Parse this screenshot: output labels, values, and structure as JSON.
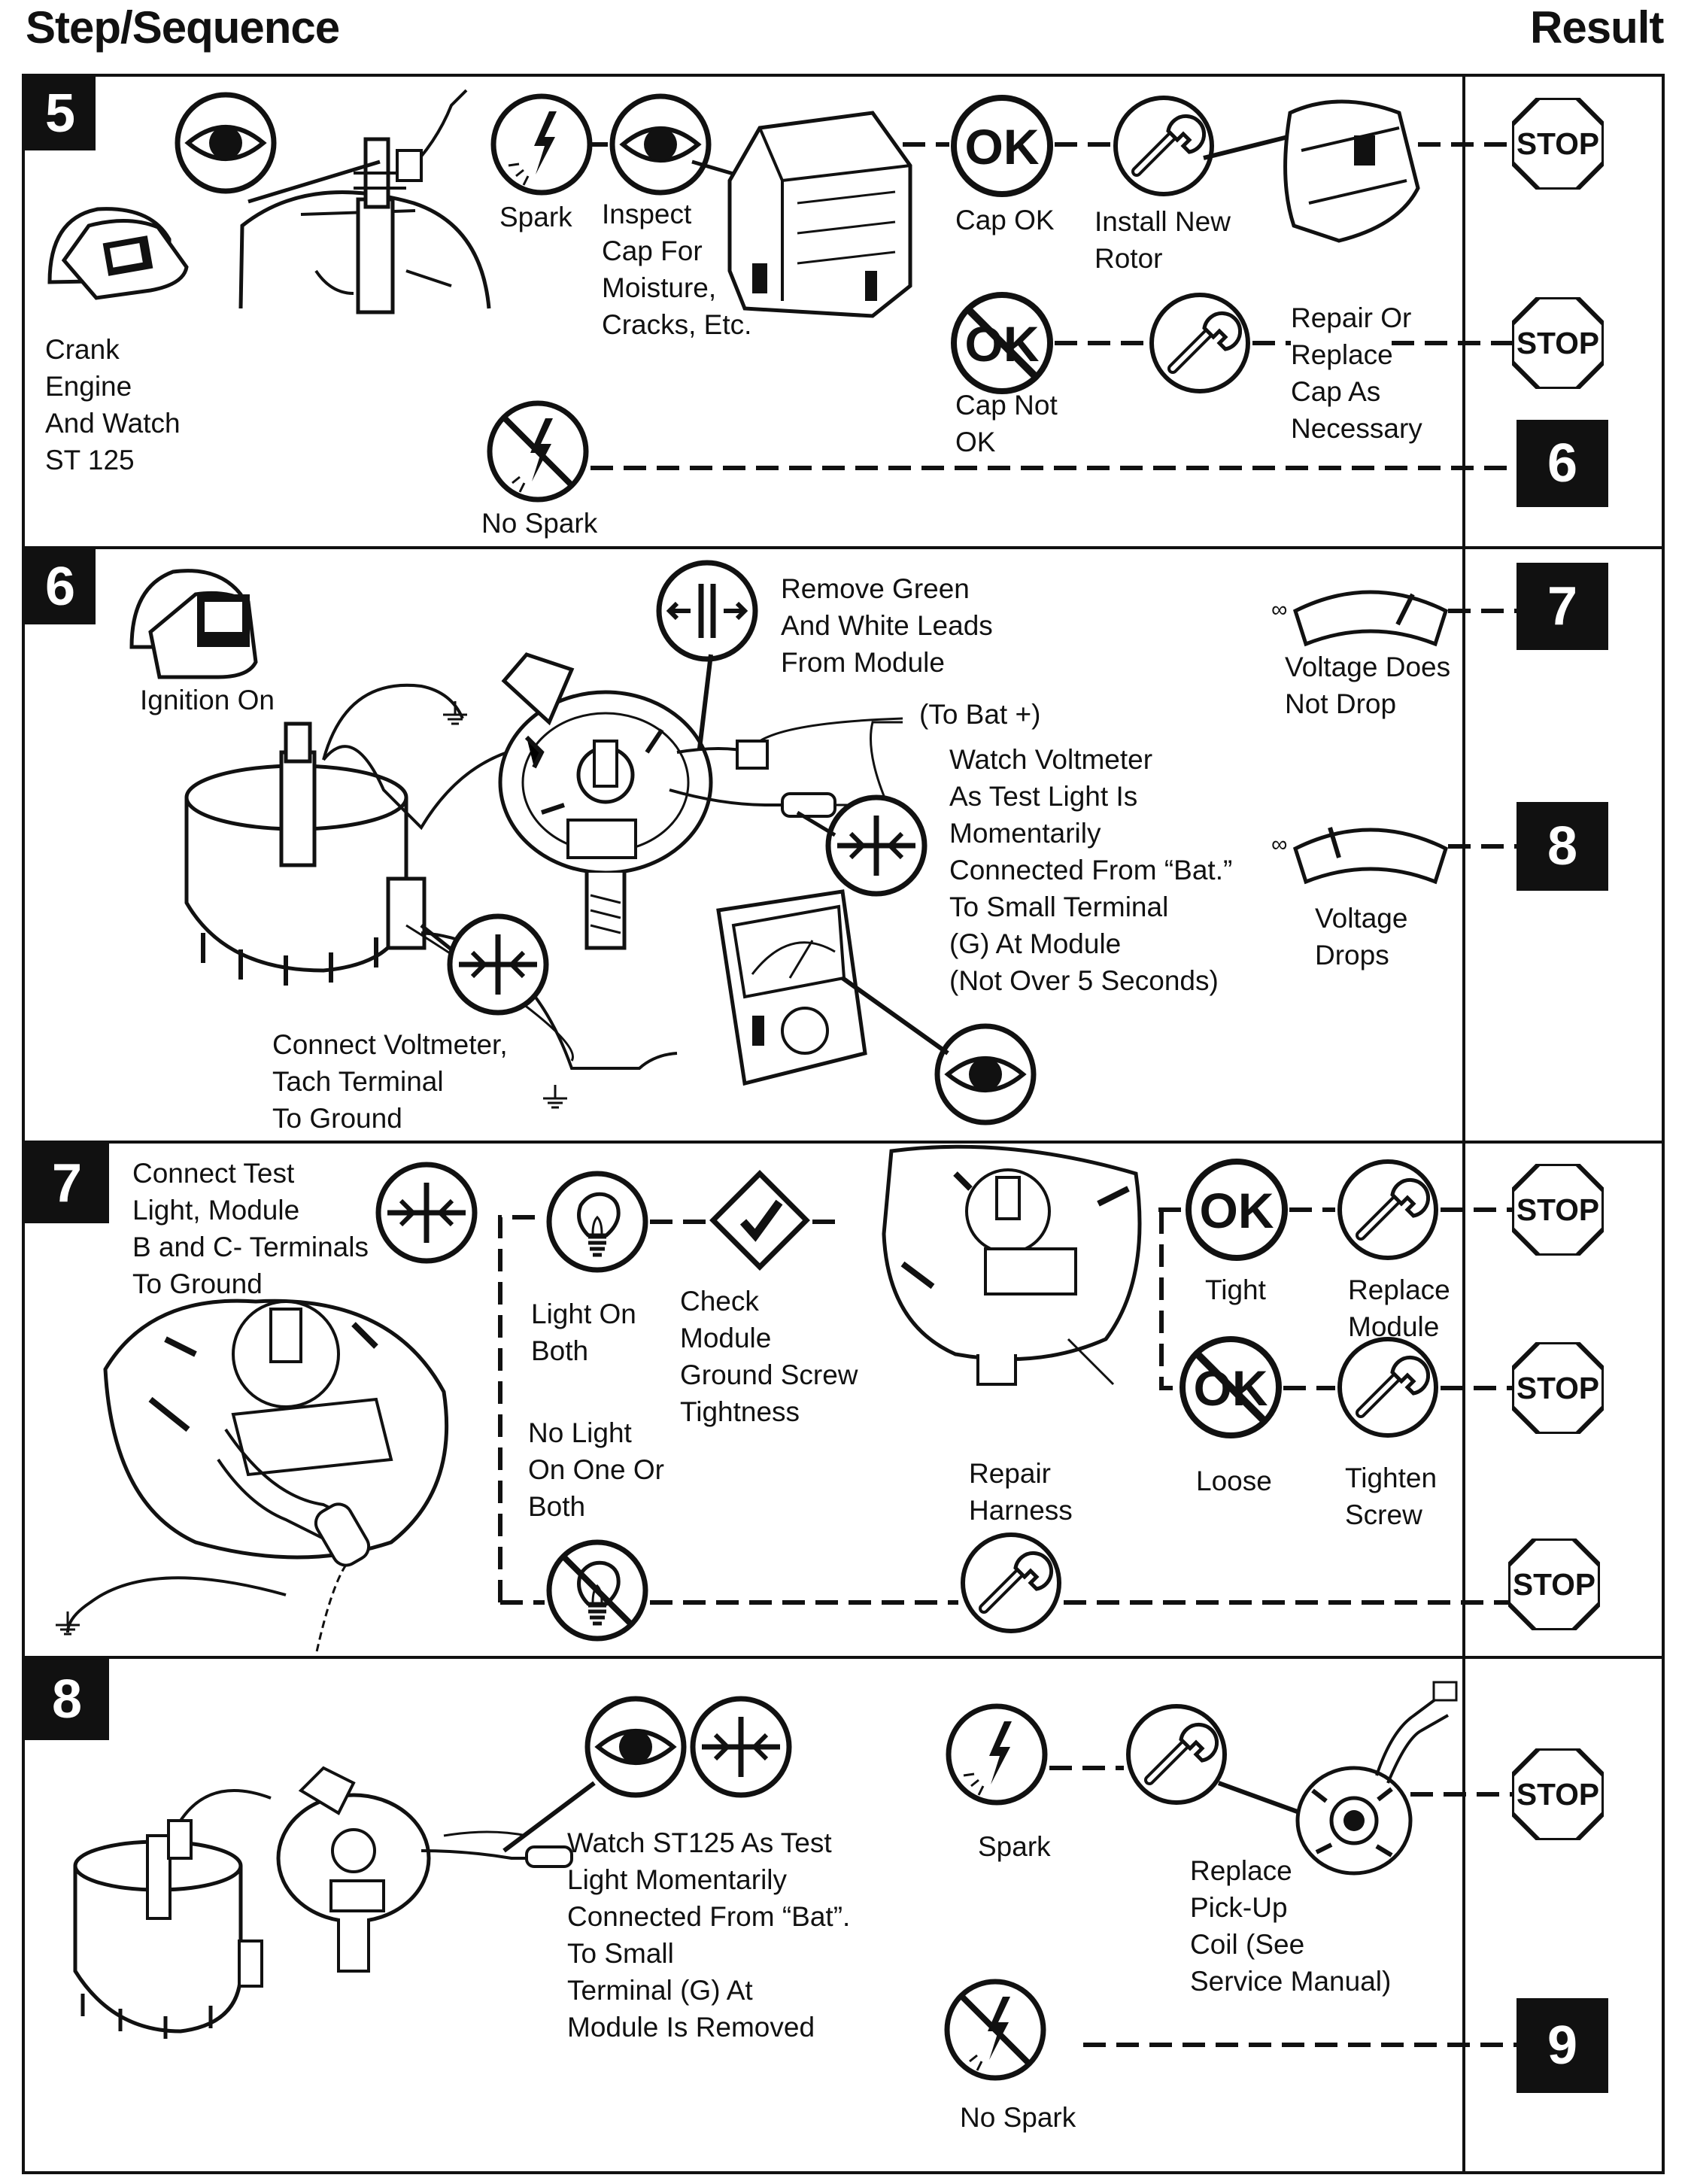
{
  "header": {
    "left": "Step/Sequence",
    "right": "Result"
  },
  "icons": {
    "ok": "OK",
    "stop": "STOP"
  },
  "steps": [
    {
      "number": "5",
      "labels": {
        "crank": "Crank\nEngine\nAnd Watch\nST 125",
        "spark": "Spark",
        "inspect": "Inspect\nCap For\nMoisture,\nCracks, Etc.",
        "cap_ok": "Cap OK",
        "install_rotor": "Install New\nRotor",
        "cap_not_ok": "Cap Not\nOK",
        "repair_cap": "Repair Or\nReplace\nCap As\nNecessary",
        "no_spark": "No Spark"
      },
      "results": [
        "STOP",
        "STOP",
        "6"
      ]
    },
    {
      "number": "6",
      "labels": {
        "ignition_on": "Ignition On",
        "remove_leads": "Remove Green\nAnd White Leads\nFrom Module",
        "to_bat": "(To Bat +)",
        "watch_voltmeter": "Watch Voltmeter\nAs Test Light Is\nMomentarily\nConnected From “Bat.”\nTo Small Terminal\n(G) At Module\n(Not Over 5 Seconds)",
        "connect_voltmeter": "Connect Voltmeter,\nTach Terminal\nTo Ground",
        "voltage_not_drop": "Voltage Does\nNot Drop",
        "voltage_drops": "Voltage\nDrops",
        "infinity": "∞"
      },
      "results": [
        "7",
        "8"
      ]
    },
    {
      "number": "7",
      "labels": {
        "connect_test_light": "Connect Test\nLight, Module\nB and C- Terminals\nTo Ground",
        "light_on_both": "Light On\nBoth",
        "check_module": "Check\nModule\nGround Screw\nTightness",
        "tight": "Tight",
        "replace_module": "Replace\nModule",
        "loose": "Loose",
        "tighten_screw": "Tighten\nScrew",
        "no_light": "No Light\nOn One Or\nBoth",
        "repair_harness": "Repair\nHarness"
      },
      "results": [
        "STOP",
        "STOP",
        "STOP"
      ]
    },
    {
      "number": "8",
      "labels": {
        "watch_st125": "Watch ST125 As Test\nLight Momentarily\nConnected From “Bat”.\nTo Small\nTerminal (G) At\nModule Is Removed",
        "spark": "Spark",
        "replace_pickup": "Replace\nPick-Up\nCoil (See\nService Manual)",
        "no_spark": "No Spark"
      },
      "results": [
        "STOP",
        "9"
      ]
    }
  ]
}
